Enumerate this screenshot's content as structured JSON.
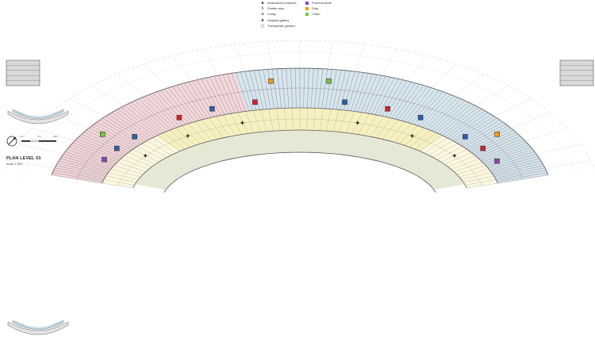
{
  "legend": {
    "symbols": [
      {
        "icon": "square-filled",
        "glyph": "■",
        "label": "Ambulance entrance"
      },
      {
        "icon": "circle-s",
        "glyph": "Ⓢ",
        "label": "Shuttle stop"
      },
      {
        "icon": "circle-star",
        "glyph": "⊛",
        "label": "Lobby"
      },
      {
        "icon": "cross",
        "glyph": "✚",
        "label": "Hospital gallery"
      },
      {
        "icon": "square-outline",
        "glyph": "▢",
        "label": "Therapeutic garden"
      }
    ],
    "swatches": [
      {
        "color": "#8e44ad",
        "label": "Pourent infelb"
      },
      {
        "color": "#f39c12",
        "label": "Dirty"
      },
      {
        "color": "#7cc242",
        "label": "Clean"
      }
    ]
  },
  "plan": {
    "title": "PLAN LEVEL 03",
    "scale": "scale 1:500",
    "scalebar": [
      "0 m",
      "5 m",
      "10m"
    ]
  },
  "colors": {
    "pink_wing": "#f3d7db",
    "blue_wing": "#d6e5ee",
    "green_ring": "#e6e8d6",
    "yellow_core": "#f6f0bf",
    "core_grey": "#d9d9d9",
    "line": "#5a5a5a"
  }
}
